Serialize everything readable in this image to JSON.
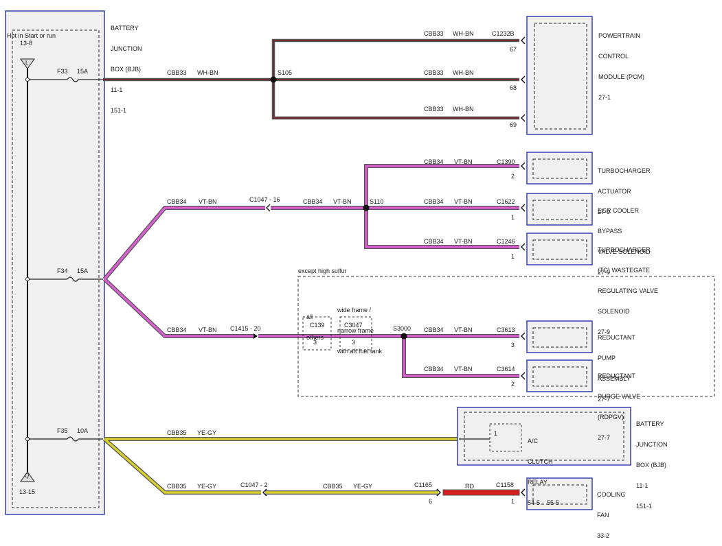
{
  "bjb_left": {
    "lines": [
      "BATTERY",
      "JUNCTION",
      "BOX (BJB)",
      "11-1",
      "151-1"
    ]
  },
  "hot_label": "Hot in Start or run",
  "hot_ref_top": "13-8",
  "hot_ref_bottom": "13-15",
  "terminal_top_letter": "L",
  "terminal_bottom_letter": "Q",
  "fuses": [
    {
      "name": "F33",
      "rating": "15A"
    },
    {
      "name": "F34",
      "rating": "15A"
    },
    {
      "name": "F35",
      "rating": "10A"
    }
  ],
  "pcm": {
    "lines": [
      "POWERTRAIN",
      "CONTROL",
      "MODULE (PCM)",
      "27-1"
    ],
    "connector": "C1232B",
    "pins": [
      "67",
      "68",
      "69"
    ]
  },
  "circuits": {
    "cbb33": "CBB33",
    "cbb34": "CBB34",
    "cbb35": "CBB35",
    "whbn": "WH-BN",
    "vtbn": "VT-BN",
    "yegy": "YE-GY",
    "rd": "RD"
  },
  "splices": {
    "s105": "S105",
    "s110": "S110",
    "s3000": "S3000"
  },
  "inline_connectors": {
    "c1047_16": "C1047 - 16",
    "c1415_20": "C1415 - 20",
    "c1047_2": "C1047 - 2",
    "c1165": "C1165",
    "c1165_pin": "6"
  },
  "except_high_sulfur": "except high sulfur",
  "c139_box": {
    "header": [
      "all",
      "others"
    ],
    "name": "C139",
    "pin": "3"
  },
  "c3047_box": {
    "header": [
      "wide frame /",
      "narrow frame",
      "with aft fuel tank"
    ],
    "name": "C3047",
    "pin": "3"
  },
  "components": [
    {
      "id": "turbo_actuator",
      "connector": "C1390",
      "pin": "2",
      "lines": [
        "TURBOCHARGER",
        "ACTUATOR",
        "27-9"
      ]
    },
    {
      "id": "egr_cooler",
      "connector": "C1622",
      "pin": "1",
      "lines": [
        "EGR COOLER",
        "BYPASS",
        "VALVE SOLENOID",
        "27-9"
      ]
    },
    {
      "id": "tc_wastegate",
      "connector": "C1246",
      "pin": "1",
      "lines": [
        "TURBOCHARGER",
        "(TC) WASTEGATE",
        "REGULATING VALVE",
        "SOLENOID",
        "27-9"
      ]
    },
    {
      "id": "reductant_pump",
      "connector": "C3613",
      "pin": "3",
      "lines": [
        "REDUCTANT",
        "PUMP",
        "ASSEMBLY",
        "27-7"
      ]
    },
    {
      "id": "reductant_purge",
      "connector": "C3614",
      "pin": "2",
      "lines": [
        "REDUCTANT",
        "PURGE VALVE",
        "(RDPGV)",
        "27-7"
      ]
    },
    {
      "id": "cooling_fan",
      "connector": "C1158",
      "pin": "1",
      "lines": [
        "COOLING",
        "FAN",
        "33-2"
      ]
    }
  ],
  "bjb_right": {
    "lines": [
      "BATTERY",
      "JUNCTION",
      "BOX (BJB)",
      "11-1",
      "151-1"
    ]
  },
  "ac_relay": {
    "pin": "1",
    "lines": [
      "A/C",
      "CLUTCH",
      "RELAY"
    ],
    "refs": "54-5    55-5"
  },
  "colors": {
    "whbn": "#7a1f2a",
    "vtbn": "#d85fd0",
    "yegy": "#d8d030",
    "rd": "#d42020",
    "box_blue": "#3540b0",
    "shade": "#f0f0f0"
  }
}
